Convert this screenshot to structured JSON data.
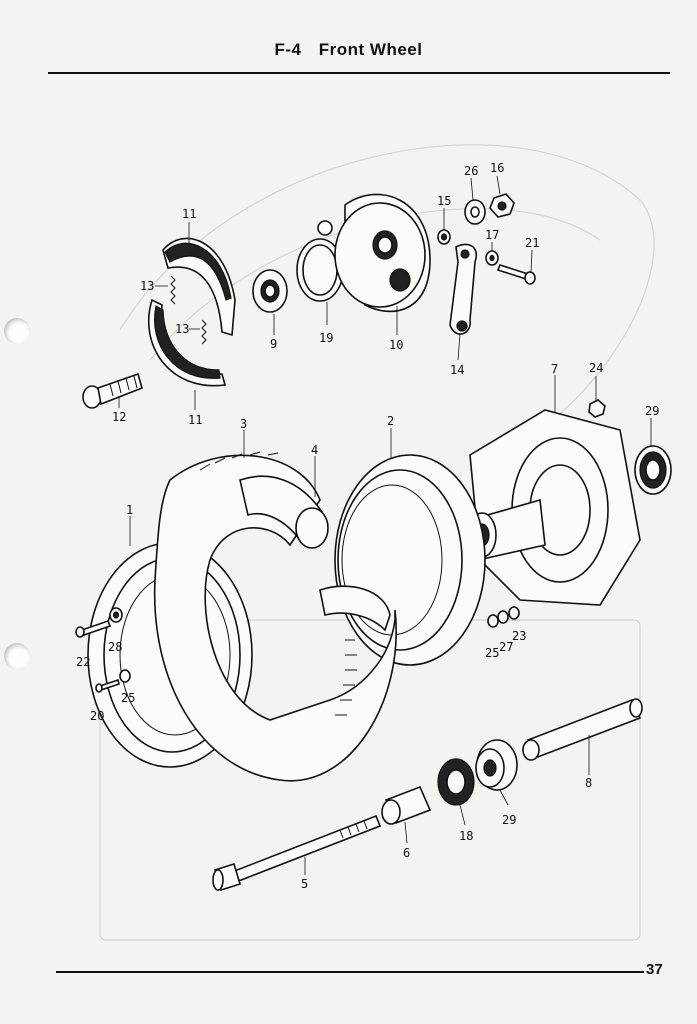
{
  "header": {
    "code": "F-4",
    "title": "Front Wheel"
  },
  "footer": {
    "page_number": "37"
  },
  "callouts": {
    "c1": "1",
    "c2": "2",
    "c3": "3",
    "c4": "4",
    "c5": "5",
    "c6": "6",
    "c7": "7",
    "c8": "8",
    "c9": "9",
    "c10": "10",
    "c11a": "11",
    "c11b": "11",
    "c12": "12",
    "c13a": "13",
    "c13b": "13",
    "c14": "14",
    "c15": "15",
    "c16": "16",
    "c17": "17",
    "c18": "18",
    "c19": "19",
    "c20": "20",
    "c21": "21",
    "c22": "22",
    "c23": "23",
    "c24": "24",
    "c25a": "25",
    "c25b": "25",
    "c26": "26",
    "c27": "27",
    "c28": "28",
    "c29a": "29",
    "c29b": "29"
  }
}
